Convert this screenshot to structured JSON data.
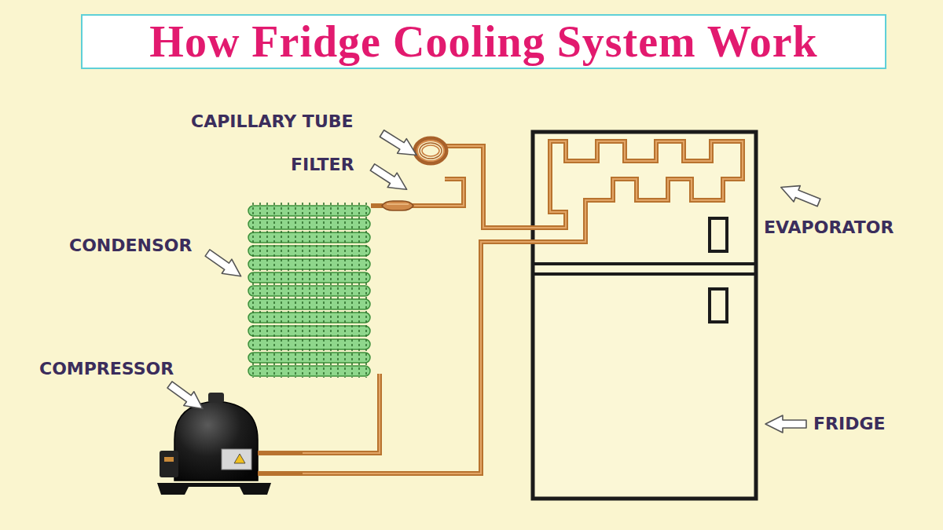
{
  "diagram": {
    "title": "How Fridge Cooling System Work",
    "labels": [
      "CAPILLARY TUBE",
      "FILTER",
      "CONDENSOR",
      "COMPRESSOR",
      "EVAPORATOR",
      "FRIDGE"
    ]
  }
}
